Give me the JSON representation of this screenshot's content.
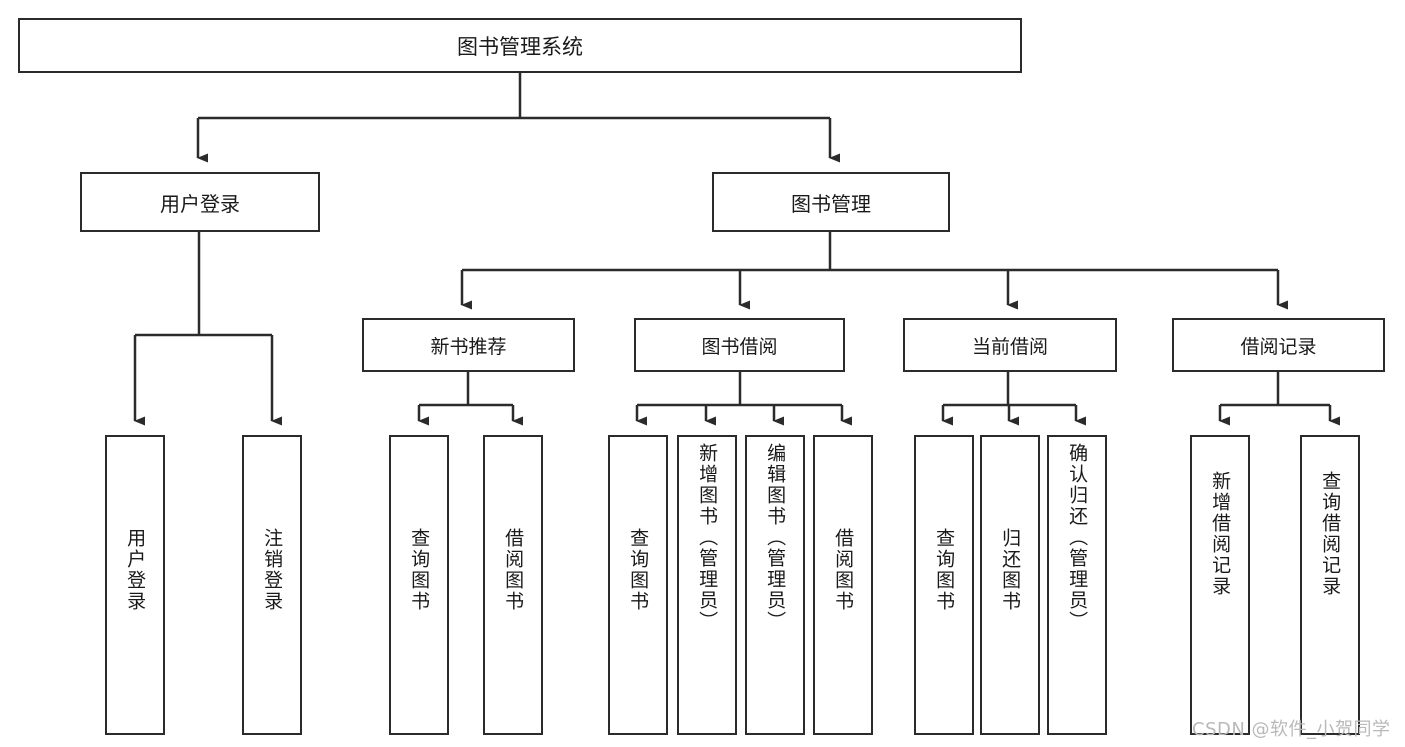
{
  "diagram": {
    "type": "tree",
    "title": "图书管理系统",
    "root": {
      "label": "图书管理系统",
      "children": [
        {
          "label": "用户登录",
          "children": [
            {
              "label": "用户登录"
            },
            {
              "label": "注销登录"
            }
          ]
        },
        {
          "label": "图书管理",
          "children": [
            {
              "label": "新书推荐",
              "children": [
                {
                  "label": "查询图书"
                },
                {
                  "label": "借阅图书"
                }
              ]
            },
            {
              "label": "图书借阅",
              "children": [
                {
                  "label": "查询图书"
                },
                {
                  "label": "新增图书（管理员）"
                },
                {
                  "label": "编辑图书（管理员）"
                },
                {
                  "label": "借阅图书"
                }
              ]
            },
            {
              "label": "当前借阅",
              "children": [
                {
                  "label": "查询图书"
                },
                {
                  "label": "归还图书"
                },
                {
                  "label": "确认归还（管理员）"
                }
              ]
            },
            {
              "label": "借阅记录",
              "children": [
                {
                  "label": "新增借阅记录"
                },
                {
                  "label": "查询借阅记录"
                }
              ]
            }
          ]
        }
      ]
    }
  },
  "nodes": {
    "root": "图书管理系统",
    "user_login": "用户登录",
    "book_manage": "图书管理",
    "new_book_rec": "新书推荐",
    "book_borrow": "图书借阅",
    "current_borrow": "当前借阅",
    "borrow_record": "借阅记录",
    "leaf_user_login": "用户登录",
    "leaf_logout": "注销登录",
    "leaf_query_book_a": "查询图书",
    "leaf_borrow_book_a": "借阅图书",
    "leaf_query_book_b": "查询图书",
    "leaf_add_book": "新增图书（管理员）",
    "leaf_edit_book": "编辑图书（管理员）",
    "leaf_borrow_book_b": "借阅图书",
    "leaf_query_book_c": "查询图书",
    "leaf_return_book": "归还图书",
    "leaf_confirm_return": "确认归还（管理员）",
    "leaf_add_record": "新增借阅记录",
    "leaf_query_record": "查询借阅记录"
  },
  "watermark": {
    "text": "CSDN @软件_小贺同学"
  },
  "colors": {
    "stroke": "#2b2b2b",
    "background": "#ffffff",
    "text": "#1a1a1a",
    "watermark": "#b9b9b9"
  }
}
